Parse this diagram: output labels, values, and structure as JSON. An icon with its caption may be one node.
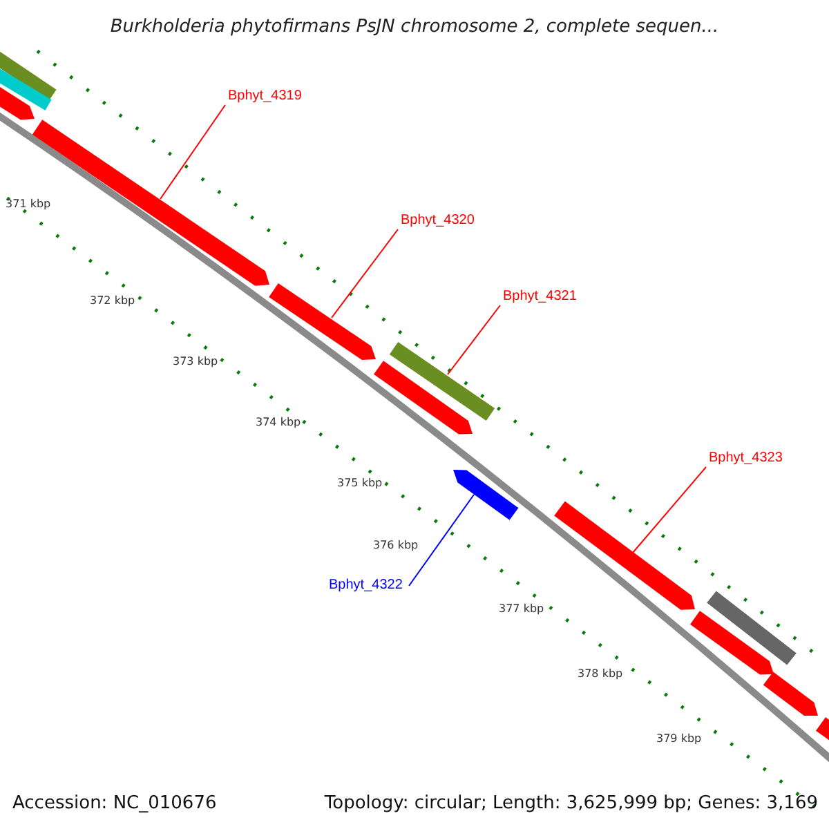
{
  "diagram": {
    "title": "Burkholderia phytofirmans PsJN chromosome 2, complete sequen...",
    "nodes": [
      {
        "text": [
          "Bphyt_4319"
        ]
      },
      {
        "text": [
          "Bphyt_4320"
        ]
      },
      {
        "text": [
          "Bphyt_4321"
        ]
      },
      {
        "text": [
          "Bphyt_4323"
        ]
      },
      {
        "text": [
          "Bphyt_4322"
        ]
      },
      {
        "text": [],
        "shape": "bar"
      },
      {
        "text": [],
        "shape": "bar"
      },
      {
        "text": [],
        "shape": "bar"
      },
      {
        "text": [],
        "shape": "bar"
      },
      {
        "text": [],
        "shape": "bar"
      }
    ],
    "edges": [
      {
        "from": 0,
        "to": 5,
        "arrow": "none"
      },
      {
        "from": 1,
        "to": 6,
        "arrow": "none"
      },
      {
        "from": 2,
        "to": 7,
        "arrow": "none"
      },
      {
        "from": 3,
        "to": 8,
        "arrow": "none"
      },
      {
        "from": 4,
        "to": 9,
        "arrow": "none",
        "color": "#0000ff"
      }
    ],
    "labels": [
      "371 kbp",
      "372 kbp",
      "373 kbp",
      "374 kbp",
      "375 kbp",
      "376 kbp",
      "377 kbp",
      "378 kbp",
      "379 kbp",
      "Accession: NC_010676",
      "Topology: circular; Length: 3,625,999 bp; Genes: 3,169"
    ]
  }
}
